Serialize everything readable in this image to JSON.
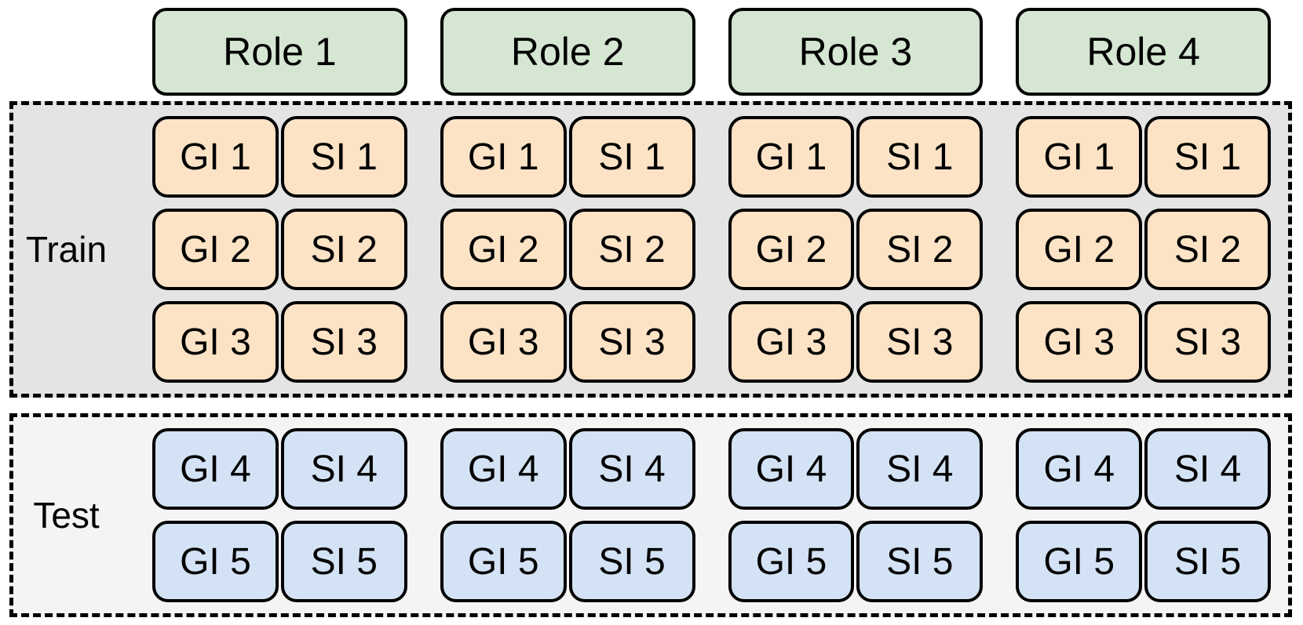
{
  "diagram": {
    "roles": [
      {
        "label": "Role 1"
      },
      {
        "label": "Role 2"
      },
      {
        "label": "Role 3"
      },
      {
        "label": "Role 4"
      }
    ],
    "sections": [
      {
        "id": "train",
        "label": "Train",
        "rows": [
          {
            "gi": "GI 1",
            "si": "SI 1"
          },
          {
            "gi": "GI 2",
            "si": "SI 2"
          },
          {
            "gi": "GI 3",
            "si": "SI 3"
          }
        ]
      },
      {
        "id": "test",
        "label": "Test",
        "rows": [
          {
            "gi": "GI 4",
            "si": "SI 4"
          },
          {
            "gi": "GI 5",
            "si": "SI 5"
          }
        ]
      }
    ],
    "colors": {
      "role_fill": "#d5e6d3",
      "train_item_fill": "#fce3c6",
      "test_item_fill": "#d3e2f4",
      "train_section_bg": "#e4e4e4",
      "test_section_bg": "#f4f4f4",
      "outline": "#000000"
    }
  }
}
